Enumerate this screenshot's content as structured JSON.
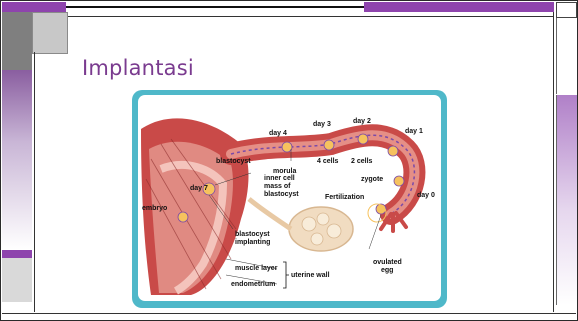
{
  "slide": {
    "title": "Implantasi"
  },
  "diagram": {
    "labels": {
      "day4": "day 4",
      "day3": "day 3",
      "day2": "day 2",
      "day1": "day 1",
      "day0": "day 0",
      "day7": "day 7",
      "morula": "morula",
      "cells4": "4 cells",
      "cells2": "2 cells",
      "zygote": "zygote",
      "fertilization": "Fertilization",
      "blastocyst": "blastocyst",
      "inner1": "inner cell",
      "inner2": "mass of",
      "inner3": "blastocyst",
      "embryo": "embryo",
      "implant1": "blastocyst",
      "implant2": "implanting",
      "ovulated1": "ovulated",
      "ovulated2": "egg",
      "muscle": "muscle layer",
      "endometrium": "endometrium",
      "uterine_wall": "uterine wall"
    },
    "colors": {
      "frame": "#4fb8c9",
      "tissue": "#c94040",
      "background": "#ffffff"
    }
  }
}
